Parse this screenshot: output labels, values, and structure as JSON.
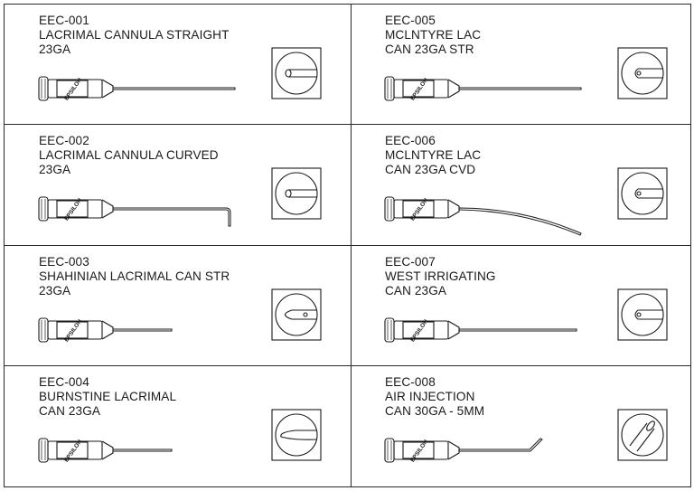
{
  "products": [
    {
      "code": "EEC-001",
      "name": "LACRIMAL CANNULA STRAIGHT",
      "spec": "23GA",
      "brand": "EPSILON",
      "tip": "straight-long",
      "end": "side-port"
    },
    {
      "code": "EEC-002",
      "name": "LACRIMAL CANNULA CURVED",
      "spec": "23GA",
      "brand": "EPSILON",
      "tip": "bent-down",
      "end": "side-port"
    },
    {
      "code": "EEC-003",
      "name": "SHAHINIAN LACRIMAL CAN STR",
      "spec": "23GA",
      "brand": "EPSILON",
      "tip": "straight-short",
      "end": "olive"
    },
    {
      "code": "EEC-004",
      "name": "BURNSTINE LACRIMAL",
      "spec": "CAN 23GA",
      "brand": "EPSILON",
      "tip": "straight-short",
      "end": "blunt-olive"
    },
    {
      "code": "EEC-005",
      "name": "MCLNTYRE LAC",
      "spec": "CAN 23GA STR",
      "brand": "EPSILON",
      "tip": "straight-long",
      "end": "mclntyre"
    },
    {
      "code": "EEC-006",
      "name": "MCLNTYRE LAC",
      "spec": "CAN 23GA CVD",
      "brand": "EPSILON",
      "tip": "curved-down",
      "end": "mclntyre"
    },
    {
      "code": "EEC-007",
      "name": "WEST IRRIGATING",
      "spec": "CAN 23GA",
      "brand": "EPSILON",
      "tip": "straight-mid",
      "end": "mclntyre"
    },
    {
      "code": "EEC-008",
      "name": "AIR INJECTION",
      "spec": "CAN 30GA - 5MM",
      "brand": "EPSILON",
      "tip": "angled-up",
      "end": "angled"
    }
  ]
}
